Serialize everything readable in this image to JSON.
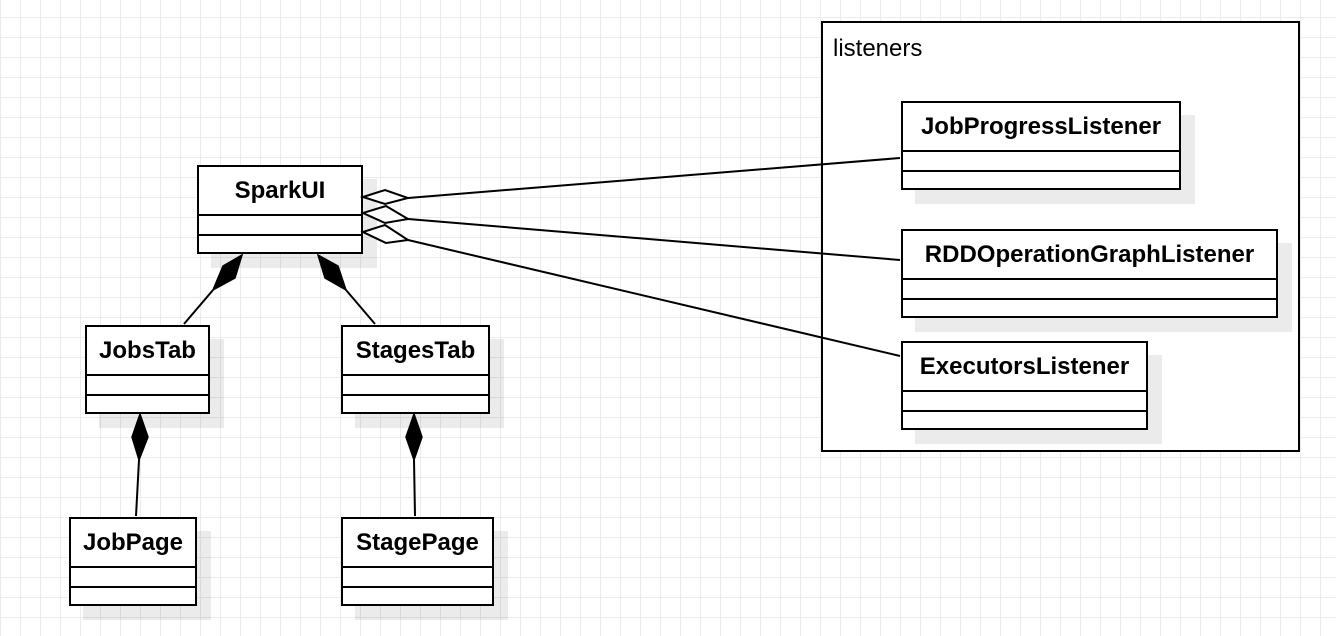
{
  "diagram": {
    "package": {
      "label": "listeners"
    },
    "classes": {
      "sparkui": "SparkUI",
      "jobs_tab": "JobsTab",
      "stages_tab": "StagesTab",
      "job_page": "JobPage",
      "stage_page": "StagePage",
      "job_progress_listener": "JobProgressListener",
      "rdd_operation_graph_listener": "RDDOperationGraphListener",
      "executors_listener": "ExecutorsListener"
    },
    "relationships": [
      {
        "from": "SparkUI",
        "to": "JobsTab",
        "type": "composition"
      },
      {
        "from": "SparkUI",
        "to": "StagesTab",
        "type": "composition"
      },
      {
        "from": "JobsTab",
        "to": "JobPage",
        "type": "composition"
      },
      {
        "from": "StagesTab",
        "to": "StagePage",
        "type": "composition"
      },
      {
        "from": "SparkUI",
        "to": "JobProgressListener",
        "type": "aggregation"
      },
      {
        "from": "SparkUI",
        "to": "RDDOperationGraphListener",
        "type": "aggregation"
      },
      {
        "from": "SparkUI",
        "to": "ExecutorsListener",
        "type": "aggregation"
      }
    ],
    "colors": {
      "line": "#000000",
      "grid": "#ebebeb",
      "background": "#ffffff"
    }
  }
}
